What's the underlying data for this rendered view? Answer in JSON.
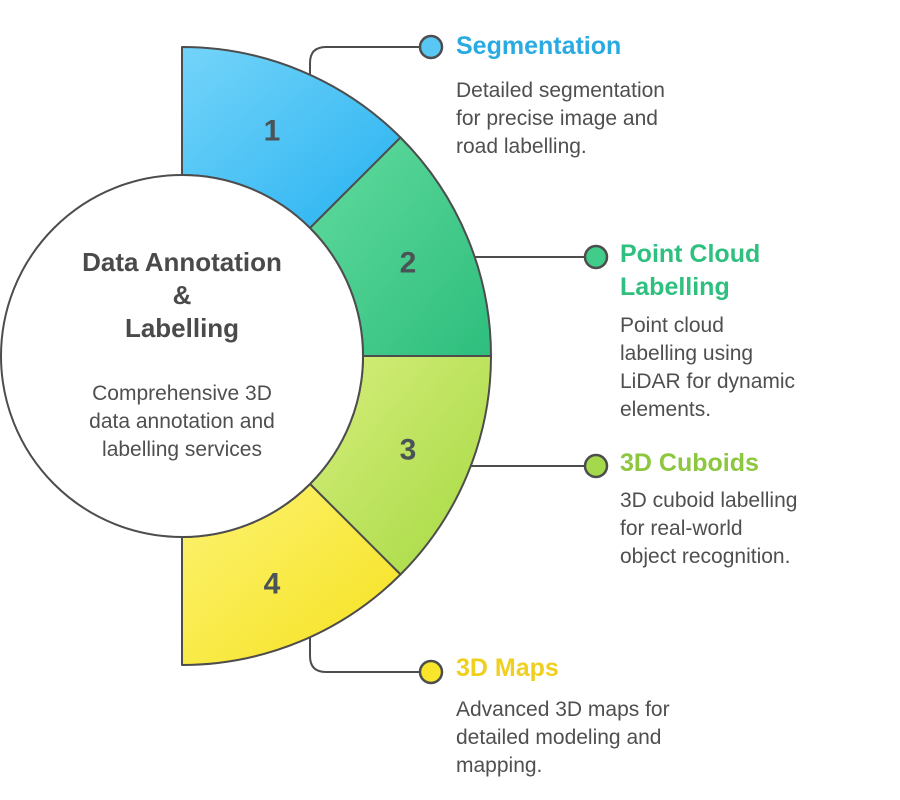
{
  "center": {
    "title": "Data Annotation\n&\nLabelling",
    "subtitle": "Comprehensive 3D\ndata annotation and\nlabelling services"
  },
  "segments": [
    {
      "number": "1",
      "title": "Segmentation",
      "description": "Detailed segmentation\nfor precise image and\nroad labelling.",
      "title_color": "#29ABE2",
      "dot_color": "#58C7F4",
      "gradient_from": "#74D4F9",
      "gradient_to": "#27B2F1"
    },
    {
      "number": "2",
      "title": "Point Cloud\nLabelling",
      "description": "Point cloud\nlabelling using\nLiDAR for dynamic\nelements.",
      "title_color": "#2FBF7F",
      "dot_color": "#41CD89",
      "gradient_from": "#61DB9E",
      "gradient_to": "#2EBE7D"
    },
    {
      "number": "3",
      "title": "3D Cuboids",
      "description": "3D cuboid labelling\nfor real-world\nobject recognition.",
      "title_color": "#8DC63F",
      "dot_color": "#A4D94C",
      "gradient_from": "#D6EE7C",
      "gradient_to": "#A5D942"
    },
    {
      "number": "4",
      "title": "3D Maps",
      "description": "Advanced 3D maps for\ndetailed modeling and\nmapping.",
      "title_color": "#EFD01E",
      "dot_color": "#F9E62B",
      "gradient_from": "#FCF373",
      "gradient_to": "#F6E11E"
    }
  ],
  "colors": {
    "outline": "#4D4D4D",
    "number_text": "#4A5355",
    "body_text": "#4F4F4F",
    "circle_fill": "#FFFFFF"
  }
}
